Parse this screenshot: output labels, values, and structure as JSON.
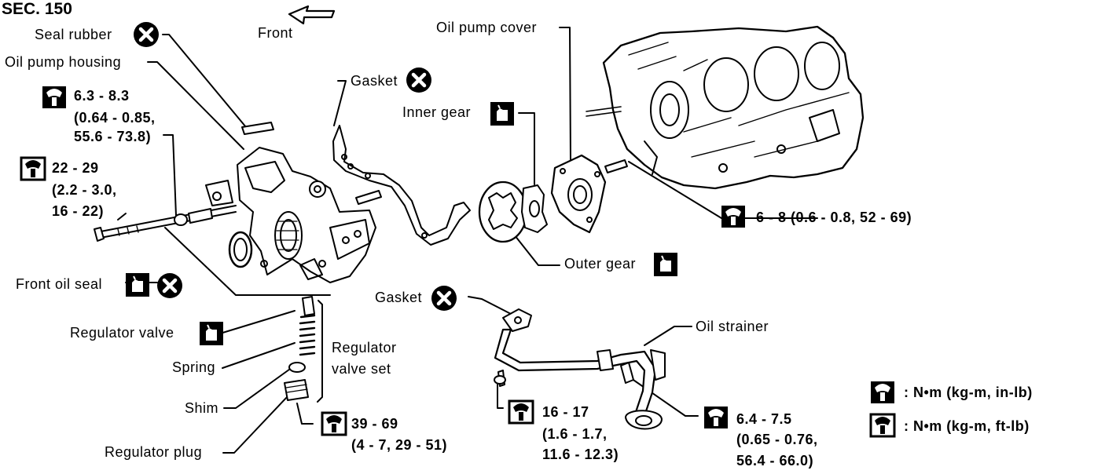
{
  "section": "SEC. 150",
  "front": "Front",
  "labels": {
    "seal_rubber": "Seal rubber",
    "oil_pump_housing": "Oil pump housing",
    "gasket_upper": "Gasket",
    "inner_gear": "Inner gear",
    "oil_pump_cover": "Oil pump cover",
    "outer_gear": "Outer gear",
    "front_oil_seal": "Front oil seal",
    "gasket_lower": "Gasket",
    "oil_strainer": "Oil strainer",
    "regulator_valve": "Regulator valve",
    "spring": "Spring",
    "regulator_valve_set_1": "Regulator",
    "regulator_valve_set_2": "valve set",
    "shim": "Shim",
    "regulator_plug": "Regulator plug"
  },
  "torques": {
    "housing_bolt": [
      "6.3 - 8.3",
      "(0.64 - 0.85,",
      "55.6 - 73.8)"
    ],
    "housing_stud": [
      "22 - 29",
      "(2.2 - 3.0,",
      "16 - 22)"
    ],
    "cover_bolt": [
      "6 - 8 (0.6 - 0.8, 52 - 69)"
    ],
    "regulator_plug": [
      "39 - 69",
      "(4 - 7, 29 - 51)"
    ],
    "strainer_bolt": [
      "16 - 17",
      "(1.6 - 1.7,",
      "11.6 - 12.3)"
    ],
    "strainer_bracket": [
      "6.4 - 7.5",
      "(0.65 - 0.76,",
      "56.4 - 66.0)"
    ]
  },
  "legend": [
    {
      "icon": "torque-in-lb-icon",
      "text": ": N•m (kg-m, in-lb)"
    },
    {
      "icon": "torque-ft-lb-icon",
      "text": ": N•m (kg-m, ft-lb)"
    }
  ]
}
